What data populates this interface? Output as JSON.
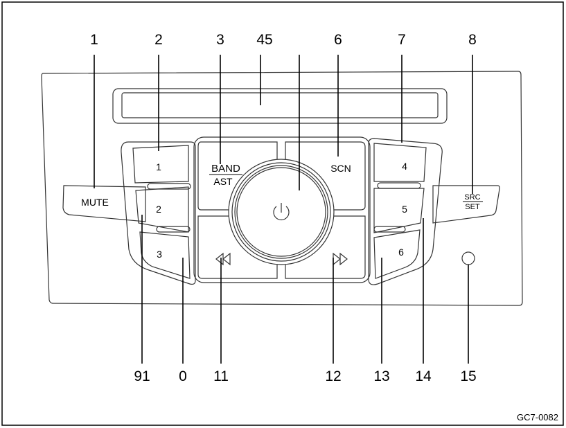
{
  "callouts_top": [
    "1",
    "2",
    "3",
    "45",
    "6",
    "7",
    "8"
  ],
  "callouts_bottom": [
    "91",
    "0",
    "11",
    "12",
    "13",
    "14",
    "15"
  ],
  "buttons": {
    "mute": "MUTE",
    "preset_left": [
      "1",
      "2",
      "3"
    ],
    "preset_right": [
      "4",
      "5",
      "6"
    ],
    "band": "BAND",
    "ast": "AST",
    "scn": "SCN",
    "src": "SRC",
    "set": "SET"
  },
  "figure_code": "GC7-0082",
  "icons": [
    "power-icon",
    "rewind-icon",
    "fast-forward-icon"
  ]
}
